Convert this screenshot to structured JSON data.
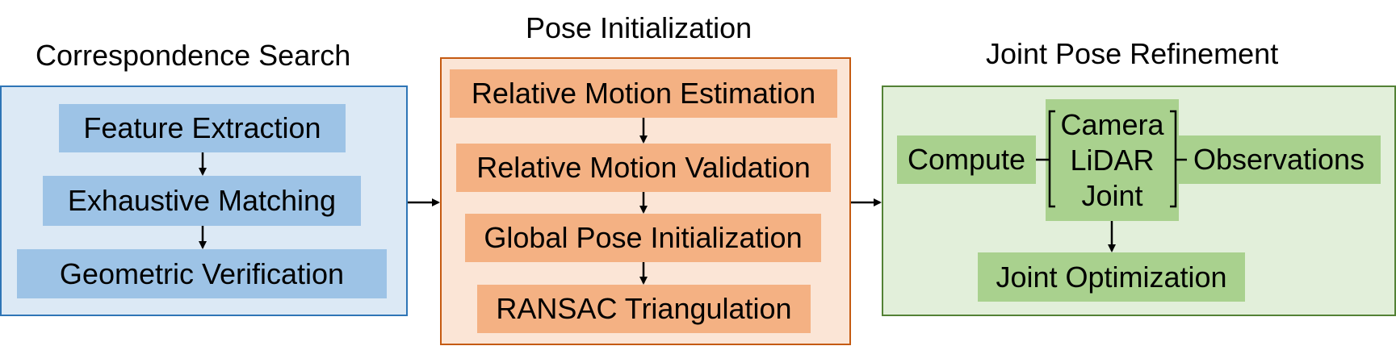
{
  "sections": {
    "correspondence": {
      "title": "Correspondence Search",
      "steps": [
        "Feature Extraction",
        "Exhaustive Matching",
        "Geometric Verification"
      ]
    },
    "initialization": {
      "title": "Pose Initialization",
      "steps": [
        "Relative Motion Estimation",
        "Relative Motion Validation",
        "Global Pose Initialization",
        "RANSAC Triangulation"
      ]
    },
    "refinement": {
      "title": "Joint Pose Refinement",
      "compute": "Compute",
      "observation_types": [
        "Camera",
        "LiDAR",
        "Joint"
      ],
      "observations": "Observations",
      "optimization": "Joint Optimization"
    }
  },
  "colors": {
    "blue_panel": "#dce9f5",
    "blue_box": "#9dc3e6",
    "blue_border": "#2e75b6",
    "orange_panel": "#fbe5d6",
    "orange_box": "#f4b183",
    "orange_border": "#c55a11",
    "green_panel": "#e2efda",
    "green_box": "#a9d18e",
    "green_border": "#538135"
  }
}
